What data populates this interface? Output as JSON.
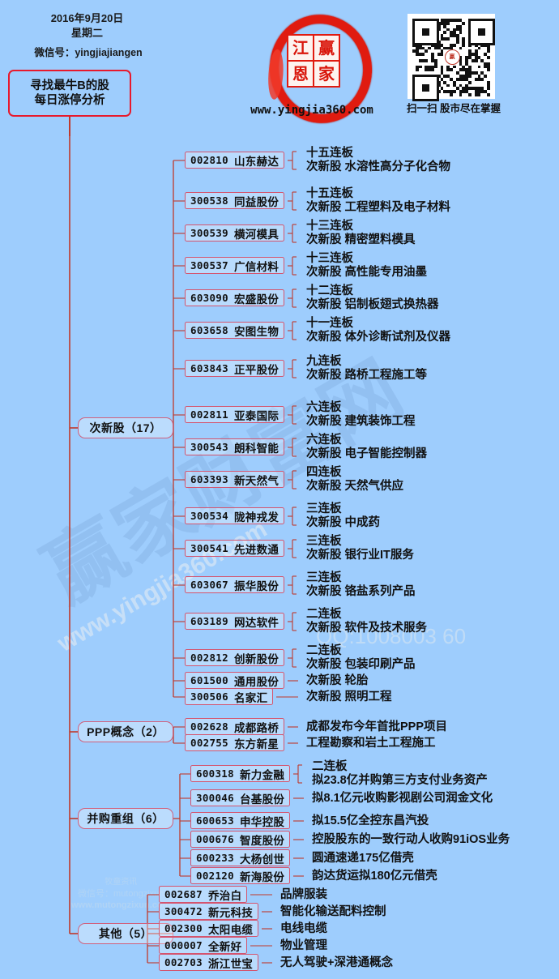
{
  "header": {
    "date_line1": "2016年9月20日",
    "date_line2": "星期二",
    "wechat": "微信号：yingjiajiangen",
    "logo_chars": [
      "江",
      "赢",
      "恩",
      "家"
    ],
    "logo_url": "www.yingjia360.com",
    "qr_caption": "扫一扫 股市尽在掌握",
    "qr_logo_text": "赢"
  },
  "watermark": {
    "brand": "赢家财富网",
    "url": "www.yingjia360.com",
    "qq": "QQ:1008003 60",
    "sub_line1": "牧童资讯",
    "sub_line2": "微信号：mutongzixun",
    "sub_line3": "www.mutongzixun.com"
  },
  "root": {
    "line1": "寻找最牛B的股",
    "line2": "每日涨停分析"
  },
  "categories": [
    {
      "id": "cixingu",
      "label": "次新股（17）"
    },
    {
      "id": "ppp",
      "label": "PPP概念（2）"
    },
    {
      "id": "binggou",
      "label": "并购重组（6）"
    },
    {
      "id": "qita",
      "label": "其他（5）"
    }
  ],
  "rows": [
    {
      "cat": "cixingu",
      "code": "002810",
      "name": "山东赫达",
      "d1": "十五连板",
      "d2": "次新股  水溶性高分子化合物"
    },
    {
      "cat": "cixingu",
      "code": "300538",
      "name": "同益股份",
      "d1": "十五连板",
      "d2": "次新股  工程塑料及电子材料"
    },
    {
      "cat": "cixingu",
      "code": "300539",
      "name": "横河模具",
      "d1": "十三连板",
      "d2": "次新股  精密塑料模具"
    },
    {
      "cat": "cixingu",
      "code": "300537",
      "name": "广信材料",
      "d1": "十三连板",
      "d2": "次新股  高性能专用油墨"
    },
    {
      "cat": "cixingu",
      "code": "603090",
      "name": "宏盛股份",
      "d1": "十二连板",
      "d2": "次新股  铝制板翅式换热器"
    },
    {
      "cat": "cixingu",
      "code": "603658",
      "name": "安图生物",
      "d1": "十一连板",
      "d2": "次新股  体外诊断试剂及仪器"
    },
    {
      "cat": "cixingu",
      "code": "603843",
      "name": "正平股份",
      "d1": "九连板",
      "d2": "次新股  路桥工程施工等"
    },
    {
      "cat": "cixingu",
      "code": "002811",
      "name": "亚泰国际",
      "d1": "六连板",
      "d2": "次新股  建筑装饰工程"
    },
    {
      "cat": "cixingu",
      "code": "300543",
      "name": "朗科智能",
      "d1": "六连板",
      "d2": "次新股  电子智能控制器"
    },
    {
      "cat": "cixingu",
      "code": "603393",
      "name": "新天然气",
      "d1": "四连板",
      "d2": "次新股  天然气供应"
    },
    {
      "cat": "cixingu",
      "code": "300534",
      "name": "陇神戎发",
      "d1": "三连板",
      "d2": "次新股  中成药"
    },
    {
      "cat": "cixingu",
      "code": "300541",
      "name": "先进数通",
      "d1": "三连板",
      "d2": "次新股  银行业IT服务"
    },
    {
      "cat": "cixingu",
      "code": "603067",
      "name": "振华股份",
      "d1": "三连板",
      "d2": "次新股  铬盐系列产品"
    },
    {
      "cat": "cixingu",
      "code": "603189",
      "name": "网达软件",
      "d1": "二连板",
      "d2": "次新股  软件及技术服务"
    },
    {
      "cat": "cixingu",
      "code": "002812",
      "name": "创新股份",
      "d1": "二连板",
      "d2": "次新股  包装印刷产品"
    },
    {
      "cat": "cixingu",
      "code": "601500",
      "name": "通用股份",
      "d1": "",
      "d2": "次新股  轮胎"
    },
    {
      "cat": "cixingu",
      "code": "300506",
      "name": "名家汇",
      "d1": "",
      "d2": "次新股  照明工程"
    },
    {
      "cat": "ppp",
      "code": "002628",
      "name": "成都路桥",
      "d1": "",
      "d2": "成都发布今年首批PPP项目"
    },
    {
      "cat": "ppp",
      "code": "002755",
      "name": "东方新星",
      "d1": "",
      "d2": "工程勘察和岩土工程施工"
    },
    {
      "cat": "binggou",
      "code": "600318",
      "name": "新力金融",
      "d1": "二连板",
      "d2": "拟23.8亿并购第三方支付业务资产"
    },
    {
      "cat": "binggou",
      "code": "300046",
      "name": "台基股份",
      "d1": "",
      "d2": "拟8.1亿元收购影视剧公司润金文化"
    },
    {
      "cat": "binggou",
      "code": "600653",
      "name": "申华控股",
      "d1": "",
      "d2": "拟15.5亿全控东昌汽投"
    },
    {
      "cat": "binggou",
      "code": "000676",
      "name": "智度股份",
      "d1": "",
      "d2": "控股股东的一致行动人收购91iOS业务"
    },
    {
      "cat": "binggou",
      "code": "600233",
      "name": "大杨创世",
      "d1": "",
      "d2": "圆通速递175亿借壳"
    },
    {
      "cat": "binggou",
      "code": "002120",
      "name": "新海股份",
      "d1": "",
      "d2": "韵达货运拟180亿元借壳"
    },
    {
      "cat": "qita",
      "code": "002687",
      "name": "乔治白",
      "d1": "",
      "d2": "品牌服装"
    },
    {
      "cat": "qita",
      "code": "300472",
      "name": "新元科技",
      "d1": "",
      "d2": "智能化输送配料控制"
    },
    {
      "cat": "qita",
      "code": "002300",
      "name": "太阳电缆",
      "d1": "",
      "d2": "电线电缆"
    },
    {
      "cat": "qita",
      "code": "000007",
      "name": "全新好",
      "d1": "",
      "d2": "物业管理"
    },
    {
      "cat": "qita",
      "code": "002703",
      "name": "浙江世宝",
      "d1": "",
      "d2": "无人驾驶+深港通概念"
    }
  ],
  "colors": {
    "background": "#9ecdfd",
    "root_border": "#e8192c",
    "node_border": "#d4546e",
    "connector": "#c0392b",
    "text": "#111111"
  }
}
